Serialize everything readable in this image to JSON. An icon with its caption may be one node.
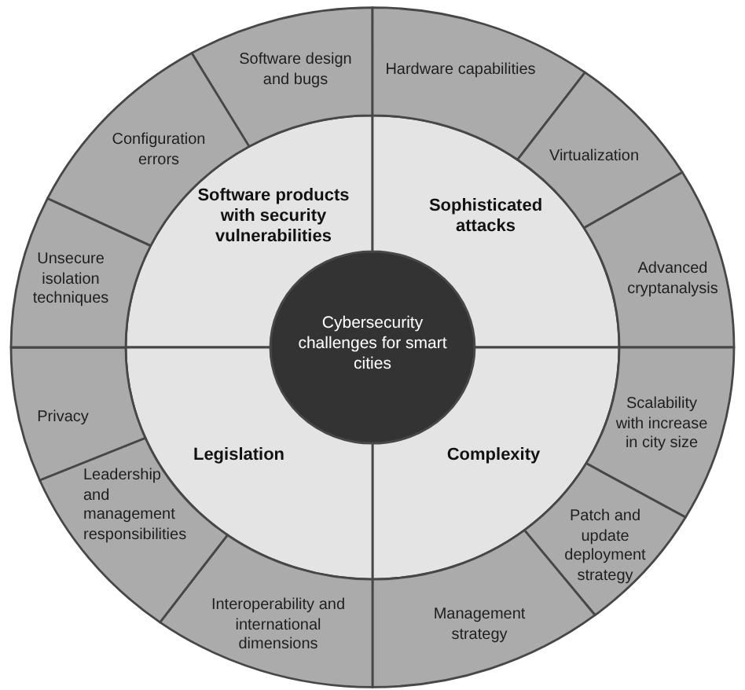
{
  "diagram": {
    "nodes": [
      {
        "text": [
          "Cybersecurity challenges for smart cities"
        ]
      },
      {
        "text": [
          "Software products with security vulnerabilities"
        ]
      },
      {
        "text": [
          "Sophisticated attacks"
        ]
      },
      {
        "text": [
          "Complexity"
        ]
      },
      {
        "text": [
          "Legislation"
        ]
      },
      {
        "text": [
          "Software design and bugs"
        ]
      },
      {
        "text": [
          "Hardware capabilities"
        ]
      },
      {
        "text": [
          "Virtualization"
        ]
      },
      {
        "text": [
          "Advanced cryptanalysis"
        ]
      },
      {
        "text": [
          "Scalability with increase in city size"
        ]
      },
      {
        "text": [
          "Patch and update deployment strategy"
        ]
      },
      {
        "text": [
          "Management strategy"
        ]
      },
      {
        "text": [
          "Interoperability and international dimensions"
        ]
      },
      {
        "text": [
          "Leadership and management responsibilities"
        ]
      },
      {
        "text": [
          "Privacy"
        ]
      },
      {
        "text": [
          "Unsecure isolation techniques"
        ]
      },
      {
        "text": [
          "Configuration errors"
        ]
      }
    ]
  }
}
